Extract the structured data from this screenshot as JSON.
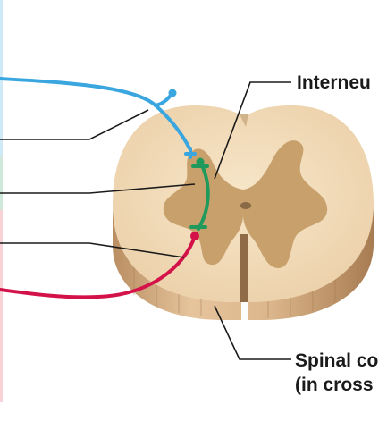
{
  "labels": {
    "interneuron": "Interneu",
    "spinal_cord_line1": "Spinal co",
    "spinal_cord_line2": "(in cross"
  },
  "colors": {
    "sensory_neuron": "#3aa6e0",
    "interneuron": "#1f9a5c",
    "motor_neuron": "#d4124a",
    "gray_matter": "#c49a63",
    "white_matter": "#f2dcb8",
    "leader_line": "#1a1a1a",
    "strip_blue": "#cfe9f7",
    "strip_green": "#cfe8d9",
    "strip_pink": "#f7d3d8"
  }
}
